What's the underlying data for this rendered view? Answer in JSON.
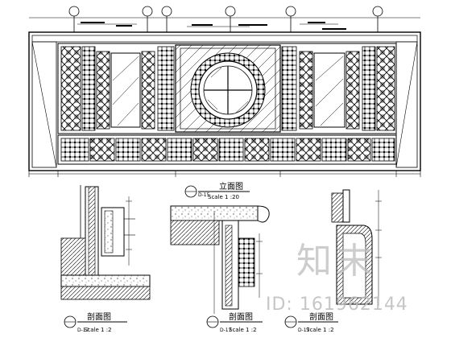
{
  "elevation": {
    "title": "立面图",
    "scale": "Scale 1 :20",
    "sheet_ref": "D-15"
  },
  "sections": [
    {
      "id": "A",
      "title": "剖面图",
      "scale": "Scale 1 :2",
      "sheet_ref": "D-17"
    },
    {
      "id": "B",
      "title": "剖面图",
      "scale": "Scale 1 :2",
      "sheet_ref": "D-17"
    },
    {
      "id": "C",
      "title": "剖面图",
      "scale": "Scale 1 :2",
      "sheet_ref": "D-17"
    }
  ],
  "watermark": {
    "logo": "知末",
    "id_text": "ID: 161962144"
  },
  "colors": {
    "line": "#000000",
    "watermark": "#bdbdbd"
  }
}
